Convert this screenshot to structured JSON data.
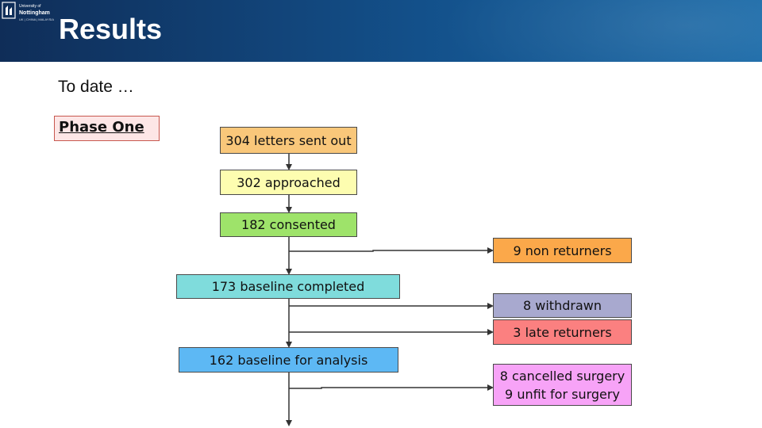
{
  "header": {
    "title": "Results",
    "logo": {
      "line1": "University of",
      "line2": "Nottingham",
      "line3": "UK | CHINA | MALAYSIA",
      "icon": "crest-icon"
    }
  },
  "subtitle": "To date …",
  "phase_label": "Phase One",
  "flow": {
    "letters": "304 letters sent out",
    "approached": "302 approached",
    "consented": "182 consented",
    "non_returners": "9 non returners",
    "baseline_completed": "173 baseline completed",
    "withdrawn": "8 withdrawn",
    "late_returners": "3 late returners",
    "baseline_analysis": "162 baseline for analysis",
    "cancelled_line1": "8 cancelled surgery",
    "cancelled_line2": "9 unfit for surgery"
  },
  "colors": {
    "header": "#13508a",
    "letters": "#f9c77a",
    "approached": "#fdfdb0",
    "consented": "#9ee36a",
    "non_returners": "#fba84a",
    "baseline_completed": "#7fdcdc",
    "withdrawn": "#a8a9cf",
    "late_returners": "#fb8080",
    "baseline_analysis": "#5db8f4",
    "cancelled": "#f7a3f7"
  }
}
